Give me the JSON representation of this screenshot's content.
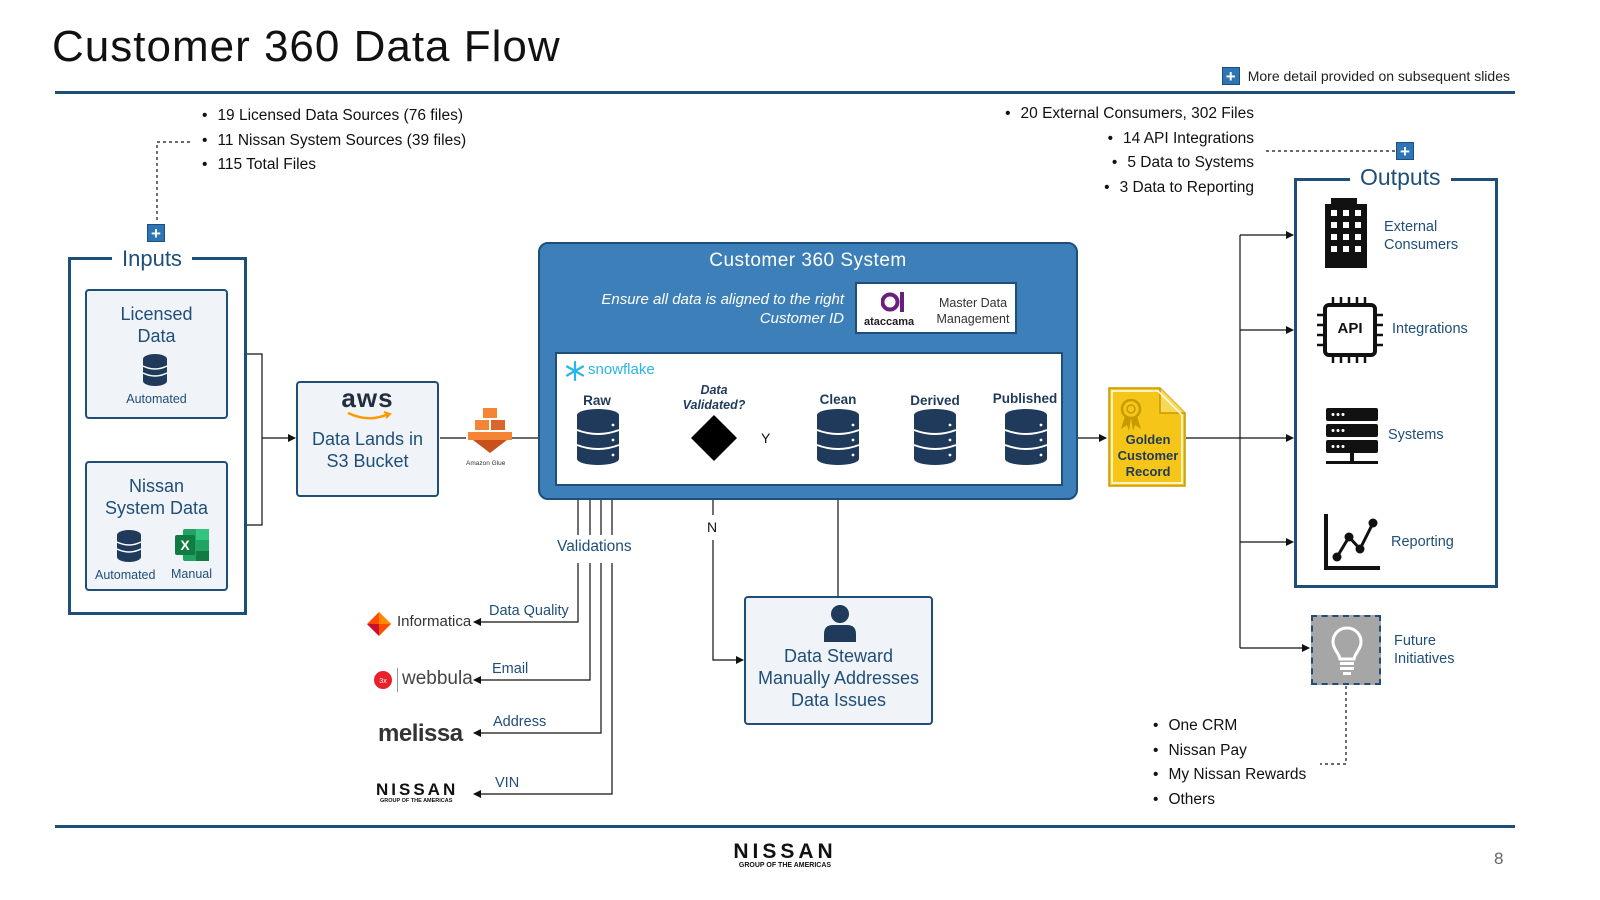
{
  "page": {
    "title": "Customer 360 Data Flow",
    "detail_note": "More detail provided on subsequent slides",
    "page_number": "8"
  },
  "input_stats": [
    "19 Licensed Data Sources (76 files)",
    "11 Nissan System Sources (39 files)",
    "115 Total Files"
  ],
  "output_stats": [
    "20 External Consumers, 302 Files",
    "14 API Integrations",
    "5 Data to Systems",
    "3 Data to Reporting"
  ],
  "inputs": {
    "title": "Inputs",
    "licensed": {
      "label": "Licensed Data",
      "method": "Automated"
    },
    "nissan": {
      "label": "Nissan System Data",
      "method_auto": "Automated",
      "method_manual": "Manual"
    }
  },
  "s3": {
    "logo": "aws",
    "label": "Data Lands in S3 Bucket"
  },
  "glue": {
    "label": "Amazon Glue"
  },
  "system": {
    "title": "Customer 360 System",
    "ensure_text": "Ensure all data is aligned to the right Customer ID",
    "mdm_vendor": "ataccama",
    "mdm_label": "Master Data Management",
    "snowflake": "snowflake",
    "stages": {
      "raw": "Raw",
      "decision": "Data Validated?",
      "clean": "Clean",
      "derived": "Derived",
      "published": "Published"
    },
    "yes": "Y",
    "no": "N"
  },
  "validations": {
    "title": "Validations",
    "items": [
      {
        "type": "Data Quality",
        "vendor": "Informatica"
      },
      {
        "type": "Email",
        "vendor": "webbula"
      },
      {
        "type": "Address",
        "vendor": "melissa"
      },
      {
        "type": "VIN",
        "vendor": "NISSAN",
        "vendor_sub": "GROUP OF THE AMERICAS"
      }
    ]
  },
  "steward": {
    "label": "Data Steward Manually Addresses Data Issues"
  },
  "golden": {
    "label": "Golden Customer Record"
  },
  "outputs": {
    "title": "Outputs",
    "items": [
      {
        "label": "External Consumers",
        "icon": "building-icon"
      },
      {
        "label": "Integrations",
        "icon": "api-chip-icon",
        "badge": "API"
      },
      {
        "label": "Systems",
        "icon": "server-icon"
      },
      {
        "label": "Reporting",
        "icon": "chart-icon"
      }
    ]
  },
  "future": {
    "label": "Future Initiatives",
    "items": [
      "One CRM",
      "Nissan Pay",
      "My Nissan Rewards",
      "Others"
    ]
  },
  "footer": {
    "brand": "NISSAN",
    "brand_sub": "GROUP OF THE AMERICAS"
  },
  "colors": {
    "navy": "#1f4e79",
    "system_blue": "#3d7fb8",
    "gold": "#f5c518",
    "grey": "#a6a6a6"
  }
}
